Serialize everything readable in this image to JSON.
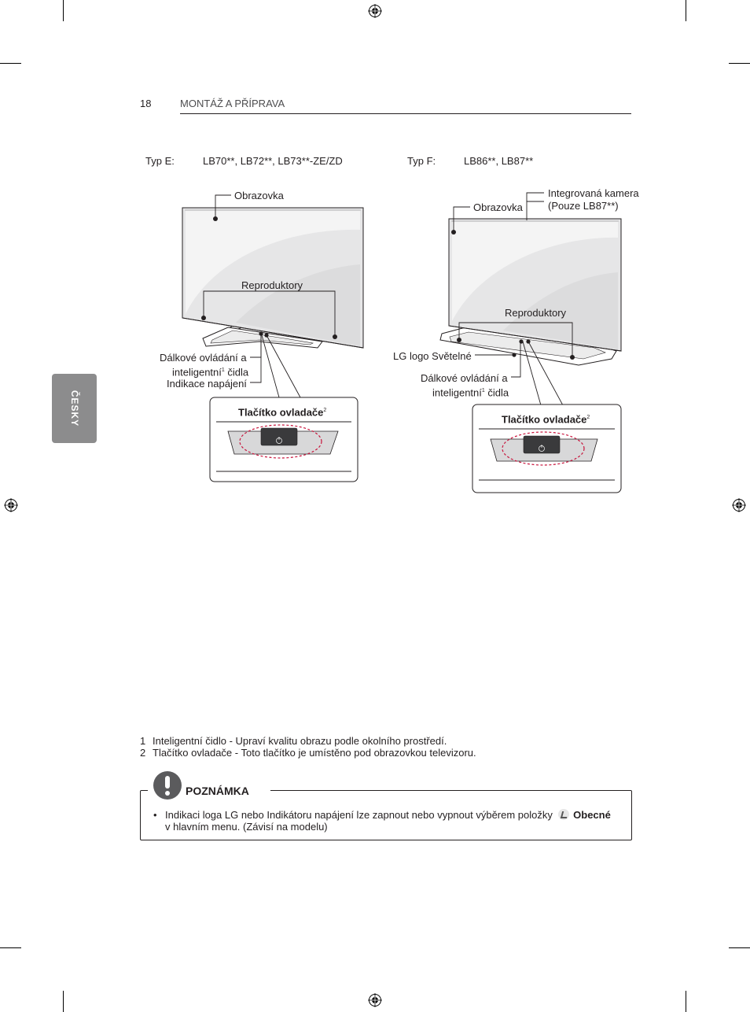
{
  "header": {
    "page_number": "18",
    "section_title": "MONTÁŽ A PŘÍPRAVA"
  },
  "side_tab": {
    "label": "ČESKY"
  },
  "type_e": {
    "label": "Typ E:",
    "models": "LB70**, LB72**, LB73**-ZE/ZD",
    "screen": "Obrazovka",
    "speakers": "Reproduktory",
    "remote_line1": "Dálkové ovládání a",
    "remote_line2": "inteligentní",
    "remote_sup": "1",
    "remote_line2b": " čidla",
    "power_indicator": "Indikace napájení",
    "joystick_title": "Tlačítko ovladače",
    "joystick_sup": "2"
  },
  "type_f": {
    "label": "Typ F:",
    "models": "LB86**, LB87**",
    "camera_line1": "Integrovaná kamera",
    "camera_line2": "(Pouze LB87**)",
    "screen": "Obrazovka",
    "speakers": "Reproduktory",
    "logo_light": "LG logo Světelné",
    "remote_line1": "Dálkové ovládání a",
    "remote_line2": "inteligentní",
    "remote_sup": "1",
    "remote_line2b": " čidla",
    "joystick_title": "Tlačítko ovladače",
    "joystick_sup": "2"
  },
  "footnotes": [
    {
      "num": "1",
      "text": "Inteligentní čidlo - Upraví kvalitu obrazu podle okolního prostředí."
    },
    {
      "num": "2",
      "text": "Tlačítko ovladače  - Toto tlačítko je umístěno pod obrazovkou televizoru."
    }
  ],
  "note": {
    "title": "POZNÁMKA",
    "bullet": "•",
    "line1_a": "Indikaci loga LG nebo Indikátoru napájení lze zapnout nebo vypnout výběrem položky",
    "line1_bold": "Obecné",
    "line2": "v hlavním menu. (Závisí na modelu)"
  },
  "icons": [
    "registration-mark-icon",
    "settings-menu-icon",
    "exclamation-icon",
    "power-icon"
  ],
  "colors": {
    "side_tab": "#8c8c8d",
    "dashed_highlight": "#c8143c",
    "screen_fill": "#e6e6e7",
    "note_icon": "#5b5b5d"
  }
}
